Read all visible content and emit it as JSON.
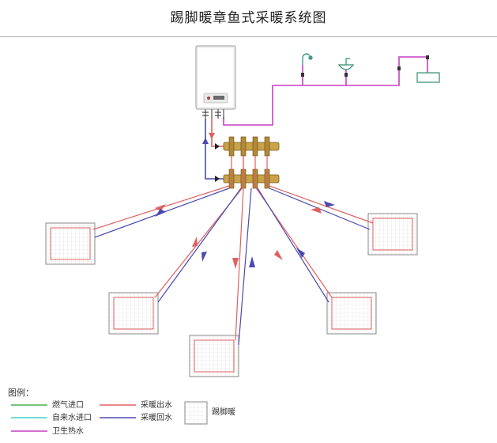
{
  "title": "踢脚暖章鱼式采暖系统图",
  "legend": {
    "heading": "图例：",
    "items": [
      {
        "label": "燃气进口",
        "color": "#4caf50"
      },
      {
        "label": "自来水进口",
        "color": "#3fd6c6"
      },
      {
        "label": "卫生热水",
        "color": "#c63fc6"
      },
      {
        "label": "采暖出水",
        "color": "#e06060"
      },
      {
        "label": "采暖回水",
        "color": "#4a4ab0"
      }
    ],
    "radiator_label": "踢脚暖"
  },
  "colors": {
    "supply": "#e06060",
    "return": "#4a4ab0",
    "hot_water": "#c63fc6",
    "gas": "#4caf50",
    "cold_water": "#3fd6c6",
    "radiator_grid": "#d8d8d8",
    "radiator_border": "#8a8a8a",
    "manifold": "#c9a24a"
  }
}
